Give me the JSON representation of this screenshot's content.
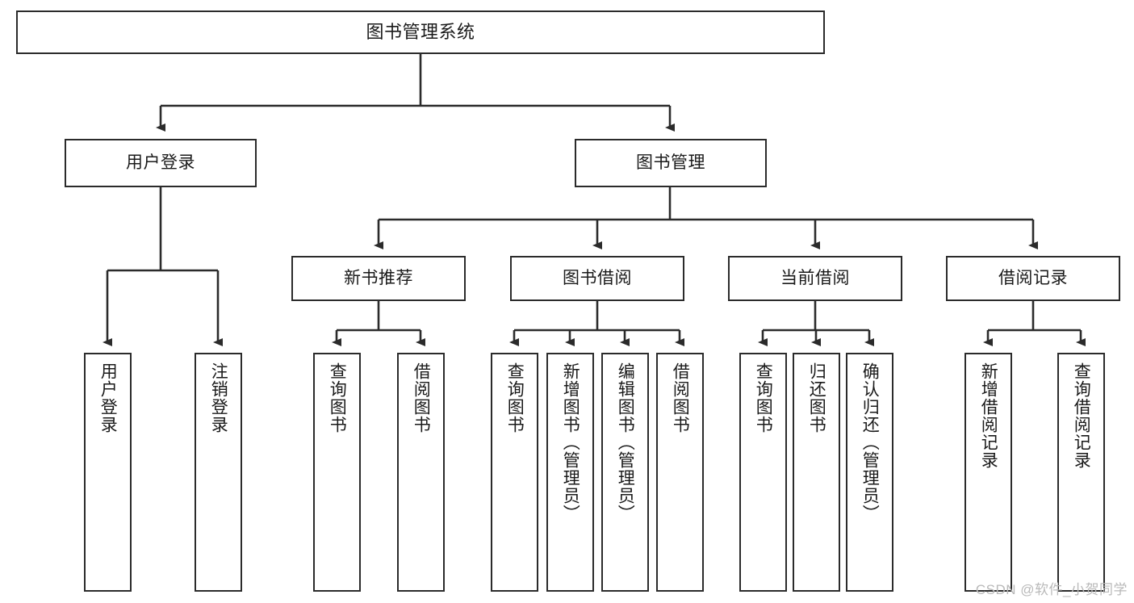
{
  "diagram": {
    "title": "图书管理系统",
    "type": "tree",
    "colors": {
      "box_border": "#2b2b2b",
      "box_fill": "#ffffff",
      "connector": "#2b2b2b",
      "background": "#ffffff",
      "watermark": "#b9b9b9"
    },
    "nodes": {
      "root": {
        "label": "图书管理系统"
      },
      "level1": [
        {
          "id": "user-login",
          "label": "用户登录"
        },
        {
          "id": "book-management",
          "label": "图书管理"
        }
      ],
      "level2": [
        {
          "id": "new-book-recommend",
          "label": "新书推荐"
        },
        {
          "id": "book-borrow",
          "label": "图书借阅"
        },
        {
          "id": "current-borrow",
          "label": "当前借阅"
        },
        {
          "id": "borrow-record",
          "label": "借阅记录"
        }
      ],
      "leaves": {
        "user_login": [
          {
            "id": "leaf-user-login",
            "label": "用户登录"
          },
          {
            "id": "leaf-logout-login",
            "label": "注销登录"
          }
        ],
        "new_book_recommend": [
          {
            "id": "leaf-query-book-1",
            "label": "查询图书"
          },
          {
            "id": "leaf-borrow-book-1",
            "label": "借阅图书"
          }
        ],
        "book_borrow": [
          {
            "id": "leaf-query-book-2",
            "label": "查询图书"
          },
          {
            "id": "leaf-add-book",
            "label": "新增图书（管理员）"
          },
          {
            "id": "leaf-edit-book",
            "label": "编辑图书（管理员）"
          },
          {
            "id": "leaf-borrow-book-2",
            "label": "借阅图书"
          }
        ],
        "current_borrow": [
          {
            "id": "leaf-query-book-3",
            "label": "查询图书"
          },
          {
            "id": "leaf-return-book",
            "label": "归还图书"
          },
          {
            "id": "leaf-confirm-return",
            "label": "确认归还（管理员）"
          }
        ],
        "borrow_record": [
          {
            "id": "leaf-add-borrow-record",
            "label": "新增借阅记录"
          },
          {
            "id": "leaf-query-borrow-record",
            "label": "查询借阅记录"
          }
        ]
      }
    },
    "watermark": "CSDN @软件_小贺同学"
  }
}
